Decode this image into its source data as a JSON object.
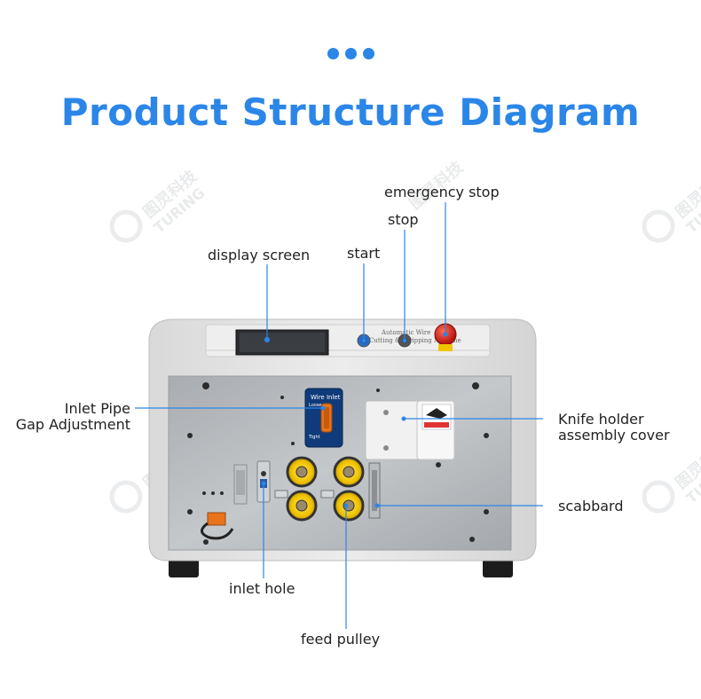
{
  "title": "Product Structure Diagram",
  "watermark": {
    "cn": "图灵科技",
    "en": "TURING"
  },
  "device": {
    "wire_inlet_label": "Wire Inlet",
    "wire_inlet_loose": "Loose",
    "wire_inlet_tight": "Tight",
    "top_panel_text_1": "Automatic Wire",
    "top_panel_text_2": "Cutting & Stripping Machine"
  },
  "labels": {
    "emergency_stop": "emergency stop",
    "stop": "stop",
    "start": "start",
    "display_screen": "display screen",
    "inlet_pipe_line1": "Inlet Pipe",
    "inlet_pipe_line2": "Gap Adjustment",
    "knife_holder_line1": "Knife holder",
    "knife_holder_line2": "assembly cover",
    "scabbard": "scabbard",
    "inlet_hole": "inlet hole",
    "feed_pulley": "feed pulley"
  },
  "colors": {
    "accent": "#2b86e8",
    "leader_line": "#2b86e8",
    "pulley": "#f2c400",
    "inlet": "#e8731a"
  }
}
